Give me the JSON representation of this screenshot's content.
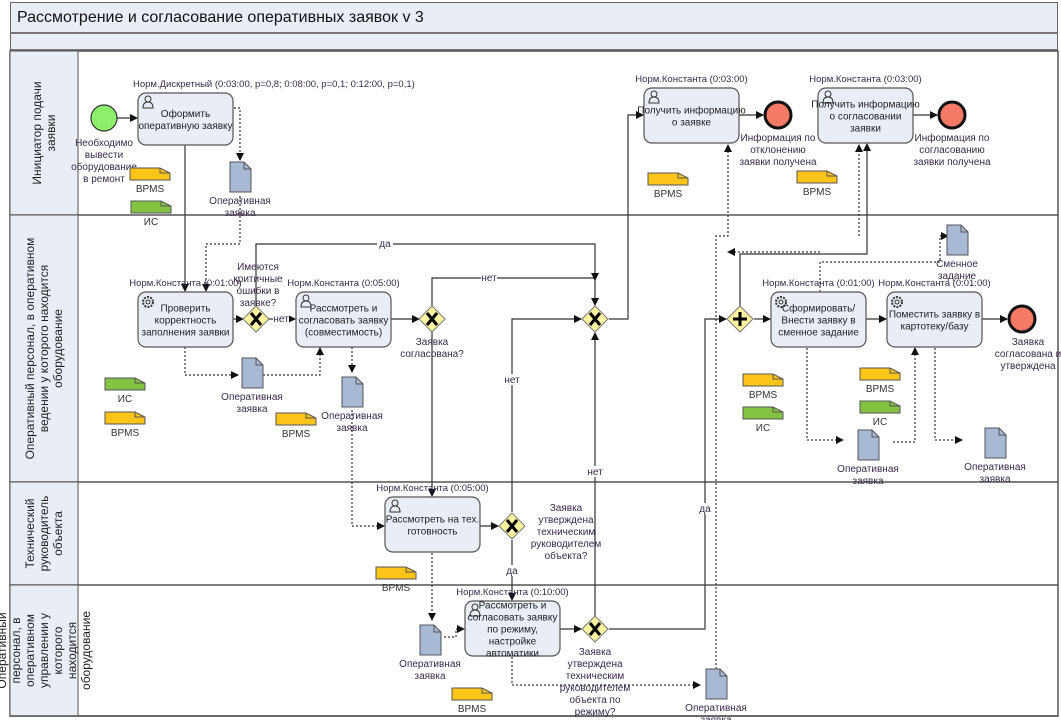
{
  "diagram": {
    "title": "Рассмотрение и согласование оперативных заявок v 3",
    "colors": {
      "lane_header": "#e8edf6",
      "task_fill": "#e8edf6",
      "task_stroke": "#555555",
      "gateway_fill": "#fbf3a0",
      "start_event": "#8ef06a",
      "end_event": "#f47a66",
      "bpms": "#fcc419",
      "is": "#82c341",
      "document": "#a7b9d4",
      "line": "#333333",
      "label_text": "#3a2a4a"
    },
    "lanes": [
      {
        "id": "lane1",
        "label": "Инициатор подачи заявки"
      },
      {
        "id": "lane2",
        "label": "Оперативный персонал, в оперативном ведении у которого находится оборудование"
      },
      {
        "id": "lane3",
        "label": "Технический руководитель объекта"
      },
      {
        "id": "lane4",
        "label": "Оперативный персонал, в оперативном управлении у которого находится оборудование"
      }
    ],
    "start_event": {
      "label": "Необходимо вывести оборудование в ремонт"
    },
    "tasks": [
      {
        "id": "t1",
        "type": "user",
        "norm": "Норм.Дискретный (0:03:00, p=0,8; 0:08:00, p=0,1; 0:12:00, p=0,1)",
        "label": "Оформить оперативную заявку"
      },
      {
        "id": "t2",
        "type": "user",
        "norm": "Норм.Константа (0:03:00)",
        "label": "Получить информацию о заявке"
      },
      {
        "id": "t3",
        "type": "user",
        "norm": "Норм.Константа (0:03:00)",
        "label": "Получить информацию о согласовании заявки"
      },
      {
        "id": "t4",
        "type": "service",
        "norm": "Норм.Константа (0:01:00)",
        "label": "Проверить корректность заполнения заявки"
      },
      {
        "id": "t5",
        "type": "user",
        "norm": "Норм.Константа (0:05:00)",
        "label": "Рассмотреть и согласовать заявку (совместимость)"
      },
      {
        "id": "t6",
        "type": "service",
        "norm": "Норм.Константа (0:01:00)",
        "label": "Сформировать/ Внести заявку в сменное задание"
      },
      {
        "id": "t7",
        "type": "service",
        "norm": "Норм.Константа (0:01:00)",
        "label": "Поместить заявку в картотеку/базу"
      },
      {
        "id": "t8",
        "type": "user",
        "norm": "Норм.Константа (0:05:00)",
        "label": "Рассмотреть на тех. готовность"
      },
      {
        "id": "t9",
        "type": "user",
        "norm": "Норм.Константа (0:10:00)",
        "label": "Рассмотреть и согласовать заявку по режиму, настройке автоматики"
      }
    ],
    "gateways": [
      {
        "id": "g1",
        "type": "exclusive",
        "label": "Имеются критичные ошибки в заявке?"
      },
      {
        "id": "g2",
        "type": "exclusive",
        "label": "Заявка согласована?"
      },
      {
        "id": "g3",
        "type": "exclusive",
        "label": ""
      },
      {
        "id": "g4",
        "type": "parallel",
        "label": ""
      },
      {
        "id": "g5",
        "type": "exclusive",
        "label": "Заявка утверждена техническим руководителем объекта?"
      },
      {
        "id": "g6",
        "type": "exclusive",
        "label": "Заявка утверждена техническим руководителем объекта по режиму?"
      }
    ],
    "end_events": [
      {
        "id": "e1",
        "label": "Информация по отклонению заявки получена"
      },
      {
        "id": "e2",
        "label": "Информация по согласованию заявки получена"
      },
      {
        "id": "e3",
        "label": "Заявка согласована и утверждена"
      }
    ],
    "flow_labels": {
      "yes": "да",
      "no": "нет"
    },
    "artifacts": {
      "bpms": "BPMS",
      "is": "ИС",
      "doc_request": "Оперативная заявка",
      "doc_shift": "Сменное задание"
    }
  }
}
